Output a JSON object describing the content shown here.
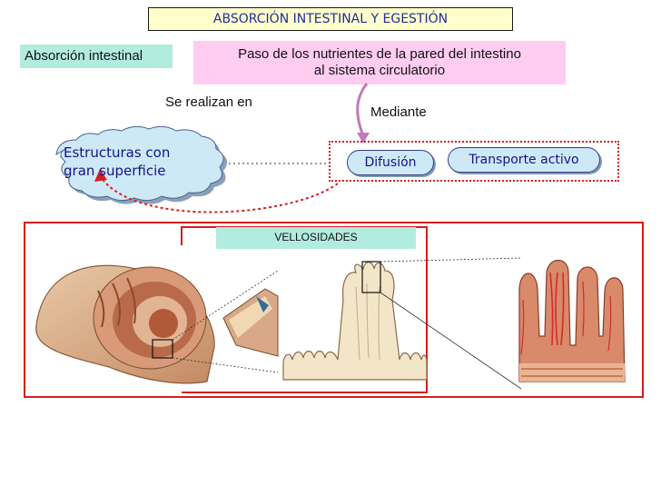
{
  "title": "ABSORCIÓN INTESTINAL Y EGESTIÓN",
  "absorcion_label": "Absorción intestinal",
  "paso": {
    "line1": "Paso de los nutrientes de la pared del intestino",
    "line2": "al sistema circulatorio"
  },
  "se_realizan": "Se realizan en",
  "mediante": "Mediante",
  "estructuras": {
    "line1": "Estructuras con",
    "line2": "gran superficie"
  },
  "difusion": "Difusión",
  "transporte": "Transporte activo",
  "vellosidades": "VELLOSIDADES",
  "colors": {
    "title_bg": "#ffffcc",
    "mint": "#b2ecde",
    "pink": "#ffcdf0",
    "red": "#d41c1c",
    "cloud": "#cde9f6",
    "navy_text": "#16138a"
  }
}
